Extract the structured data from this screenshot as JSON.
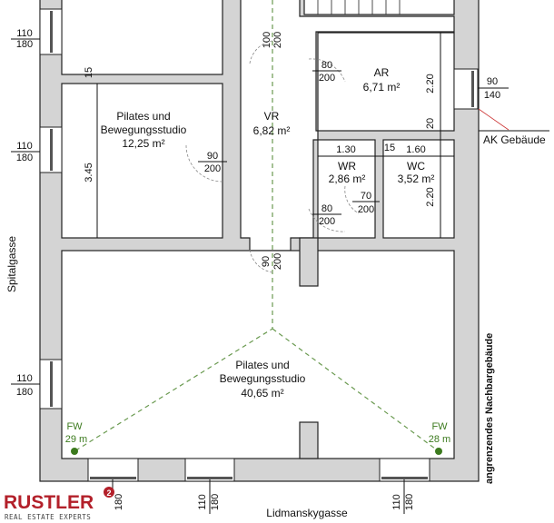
{
  "rooms": {
    "pilates_small": {
      "name_line1": "Pilates und",
      "name_line2": "Bewegungsstudio",
      "area": "12,25 m²",
      "height_dim": "3.45",
      "top_dim": "15"
    },
    "vr": {
      "name": "VR",
      "area": "6,82 m²"
    },
    "ar": {
      "name": "AR",
      "area": "6,71 m²",
      "height_dim": "2.20",
      "wall_dim": "20"
    },
    "wr": {
      "name": "WR",
      "area": "2,86 m²",
      "width_dim": "1.30"
    },
    "wc": {
      "name": "WC",
      "area": "3,52 m²",
      "width_dim": "1.60",
      "wall_dim": "15",
      "height_dim": "2.20"
    },
    "pilates_large": {
      "name_line1": "Pilates und",
      "name_line2": "Bewegungsstudio",
      "area": "40,65 m²"
    }
  },
  "doors": [
    {
      "w": "100",
      "h": "200"
    },
    {
      "w": "80",
      "h": "200"
    },
    {
      "w": "90",
      "h": "200"
    },
    {
      "w": "80",
      "h": "200"
    },
    {
      "w": "70",
      "h": "200"
    },
    {
      "w": "90",
      "h": "200"
    }
  ],
  "windows": [
    {
      "w": "110",
      "h": "180"
    },
    {
      "w": "110",
      "h": "180"
    },
    {
      "w": "110",
      "h": "180"
    },
    {
      "w": "90",
      "h": "140"
    },
    {
      "w": "180"
    },
    {
      "w": "110",
      "h": "180"
    },
    {
      "w": "110",
      "h": "180"
    }
  ],
  "fw": [
    {
      "label": "FW",
      "value": "29 m"
    },
    {
      "label": "FW",
      "value": "28 m"
    }
  ],
  "ak": "AK Gebäude",
  "streets": {
    "left": "Spitalgasse",
    "bottom": "Lidmanskygasse",
    "right": "angrenzendes Nachbargebäude"
  },
  "logo": {
    "name": "RUSTLER",
    "sup": "2",
    "tagline": "REAL ESTATE EXPERTS"
  },
  "colors": {
    "logo": "#b3202a",
    "fw": "#3c7a1e",
    "dash": "#6a9a50",
    "wall": "#d4d4d4"
  }
}
